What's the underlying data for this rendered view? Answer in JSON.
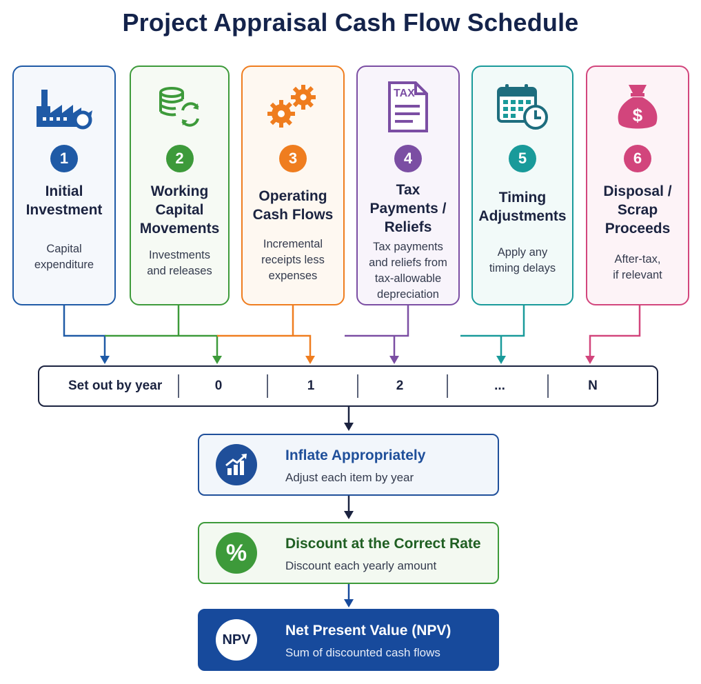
{
  "title": "Project Appraisal Cash Flow Schedule",
  "cards": [
    {
      "number": "1",
      "title_lines": [
        "Initial",
        "Investment"
      ],
      "desc_lines": [
        "Capital",
        "expenditure"
      ],
      "color": "#1f5aa6",
      "icon": "factory-icon"
    },
    {
      "number": "2",
      "title_lines": [
        "Working",
        "Capital",
        "Movements"
      ],
      "desc_lines": [
        "Investments",
        "and releases"
      ],
      "color": "#3d9a3a",
      "icon": "coins-cycle-icon"
    },
    {
      "number": "3",
      "title_lines": [
        "Operating",
        "Cash Flows"
      ],
      "desc_lines": [
        "Incremental",
        "receipts less",
        "expenses"
      ],
      "color": "#ef7d1f",
      "icon": "gears-icon"
    },
    {
      "number": "4",
      "title_lines": [
        "Tax",
        "Payments /",
        "Reliefs"
      ],
      "desc_lines": [
        "Tax payments",
        "and reliefs from",
        "tax-allowable",
        "depreciation"
      ],
      "color": "#7b4ea3",
      "icon": "tax-document-icon"
    },
    {
      "number": "5",
      "title_lines": [
        "Timing",
        "Adjustments"
      ],
      "desc_lines": [
        "Apply any",
        "timing delays"
      ],
      "color": "#199a9a",
      "icon": "calendar-clock-icon"
    },
    {
      "number": "6",
      "title_lines": [
        "Disposal /",
        "Scrap",
        "Proceeds"
      ],
      "desc_lines": [
        "After-tax,",
        "if relevant"
      ],
      "color": "#d2457c",
      "icon": "money-bag-icon"
    }
  ],
  "year_bar": {
    "label": "Set out by year",
    "years": [
      "0",
      "1",
      "2",
      "...",
      "N"
    ]
  },
  "steps": [
    {
      "title": "Inflate Appropriately",
      "desc": "Adjust each item by year",
      "color": "#1f4f9a",
      "icon": "growth-chart-icon"
    },
    {
      "title": "Discount at the Correct Rate",
      "desc": "Discount each yearly amount",
      "color": "#3d9a3a",
      "icon": "percent-icon"
    },
    {
      "title": "Net Present Value (NPV)",
      "desc": "Sum of discounted cash flows",
      "badge": "NPV",
      "color": "#174a9c",
      "icon": "npv-badge"
    }
  ],
  "colors": {
    "title": "#14234b",
    "dark": "#1b2340",
    "npv_bg": "#174a9c",
    "step1_bg": "#f2f6fb",
    "step2_bg": "#f3f9f1"
  }
}
